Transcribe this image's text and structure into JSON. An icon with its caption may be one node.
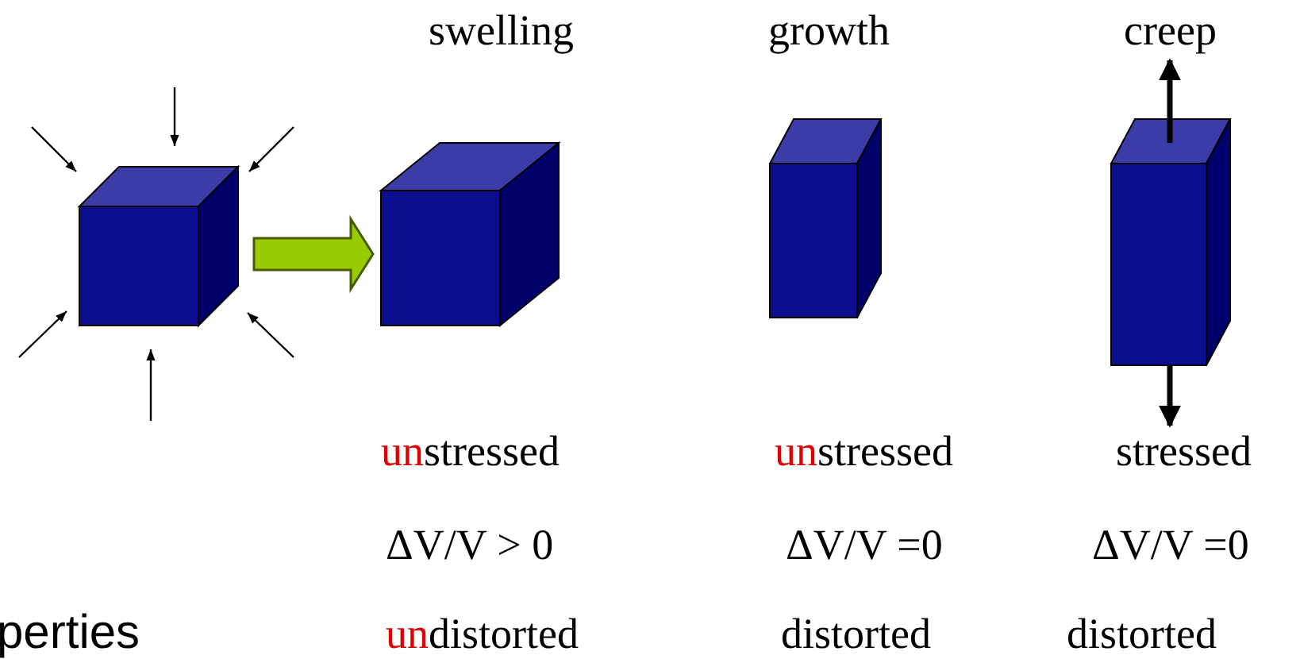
{
  "diagram": {
    "nodes": [
      {
        "text": [],
        "shape": "cube"
      },
      {
        "text": [],
        "shape": "cube"
      }
    ],
    "edges": [
      {
        "from": 0,
        "to": 1,
        "arrow": "to"
      }
    ],
    "labels": [
      "swelling",
      "growth",
      "creep",
      "**un**stressed",
      "**un**stressed",
      "stressed",
      "ΔV/V > 0",
      "ΔV/V =0",
      "ΔV/V =0",
      "perties",
      "**un**distorted",
      "distorted",
      "distorted"
    ]
  }
}
